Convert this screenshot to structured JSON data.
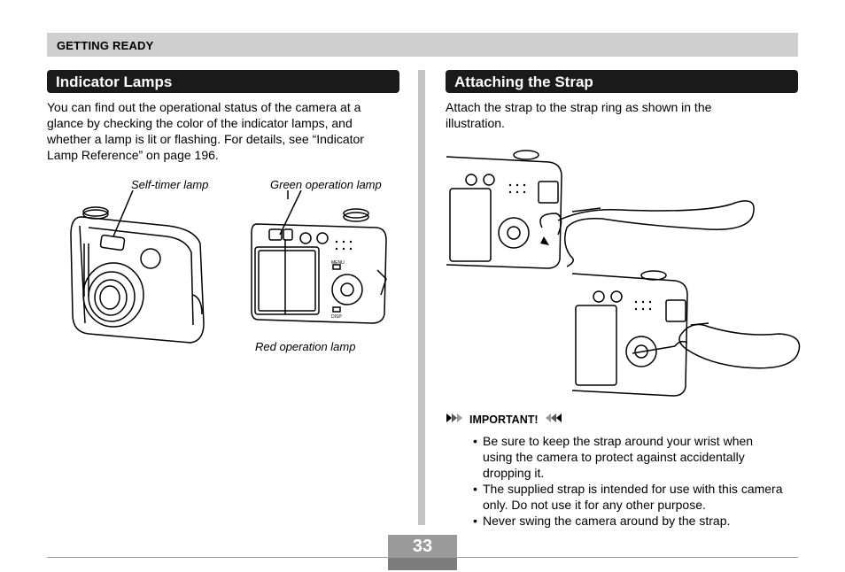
{
  "header": {
    "section": "GETTING READY"
  },
  "left": {
    "title": "Indicator Lamps",
    "body": "You can find out the operational status of the camera at a glance by checking the color of the indicator lamps, and whether a lamp is lit or flashing. For details, see “Indicator Lamp Reference” on page 196.",
    "captions": {
      "self_timer": "Self-timer lamp",
      "green": "Green operation lamp",
      "red": "Red operation lamp"
    }
  },
  "right": {
    "title": "Attaching the Strap",
    "body": "Attach the strap to the strap ring as shown in the illustration.",
    "important_label": "IMPORTANT!",
    "bullets": [
      "Be sure to keep the strap around your wrist when using the camera to protect against accidentally dropping it.",
      "The supplied strap is intended for use with this camera only. Do not use it for any other purpose.",
      "Never swing the camera around by the strap."
    ]
  },
  "camera_labels": {
    "menu": "MENU",
    "disp": "DISP"
  },
  "footer": {
    "page_number": "33"
  }
}
